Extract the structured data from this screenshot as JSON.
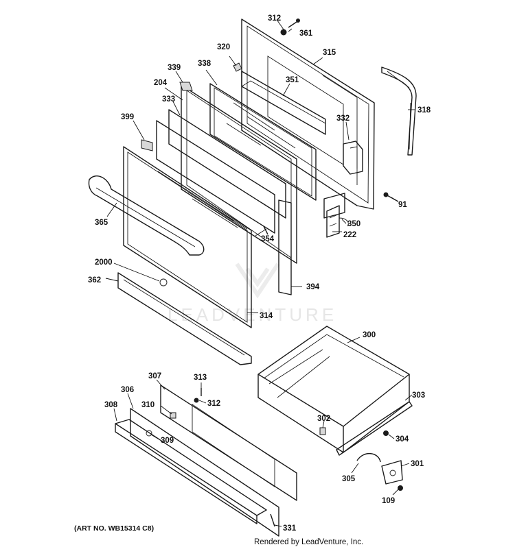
{
  "callouts": [
    {
      "id": "312a",
      "label": "312"
    },
    {
      "id": "361",
      "label": "361"
    },
    {
      "id": "320",
      "label": "320"
    },
    {
      "id": "315",
      "label": "315"
    },
    {
      "id": "339",
      "label": "339"
    },
    {
      "id": "338",
      "label": "338"
    },
    {
      "id": "351",
      "label": "351"
    },
    {
      "id": "204",
      "label": "204"
    },
    {
      "id": "318",
      "label": "318"
    },
    {
      "id": "333",
      "label": "333"
    },
    {
      "id": "332",
      "label": "332"
    },
    {
      "id": "399",
      "label": "399"
    },
    {
      "id": "91",
      "label": "91"
    },
    {
      "id": "365",
      "label": "365"
    },
    {
      "id": "350",
      "label": "350"
    },
    {
      "id": "354",
      "label": "354"
    },
    {
      "id": "222",
      "label": "222"
    },
    {
      "id": "2000",
      "label": "2000"
    },
    {
      "id": "362",
      "label": "362"
    },
    {
      "id": "394",
      "label": "394"
    },
    {
      "id": "314",
      "label": "314"
    },
    {
      "id": "300",
      "label": "300"
    },
    {
      "id": "307",
      "label": "307"
    },
    {
      "id": "313",
      "label": "313"
    },
    {
      "id": "306",
      "label": "306"
    },
    {
      "id": "312b",
      "label": "312"
    },
    {
      "id": "303",
      "label": "303"
    },
    {
      "id": "308",
      "label": "308"
    },
    {
      "id": "310",
      "label": "310"
    },
    {
      "id": "302",
      "label": "302"
    },
    {
      "id": "304",
      "label": "304"
    },
    {
      "id": "309",
      "label": "309"
    },
    {
      "id": "301",
      "label": "301"
    },
    {
      "id": "305",
      "label": "305"
    },
    {
      "id": "109",
      "label": "109"
    },
    {
      "id": "331",
      "label": "331"
    }
  ],
  "art_number": "(ART NO. WB15314 C8)",
  "credit": "Rendered by LeadVenture, Inc.",
  "watermark": "LEADVENTURE"
}
